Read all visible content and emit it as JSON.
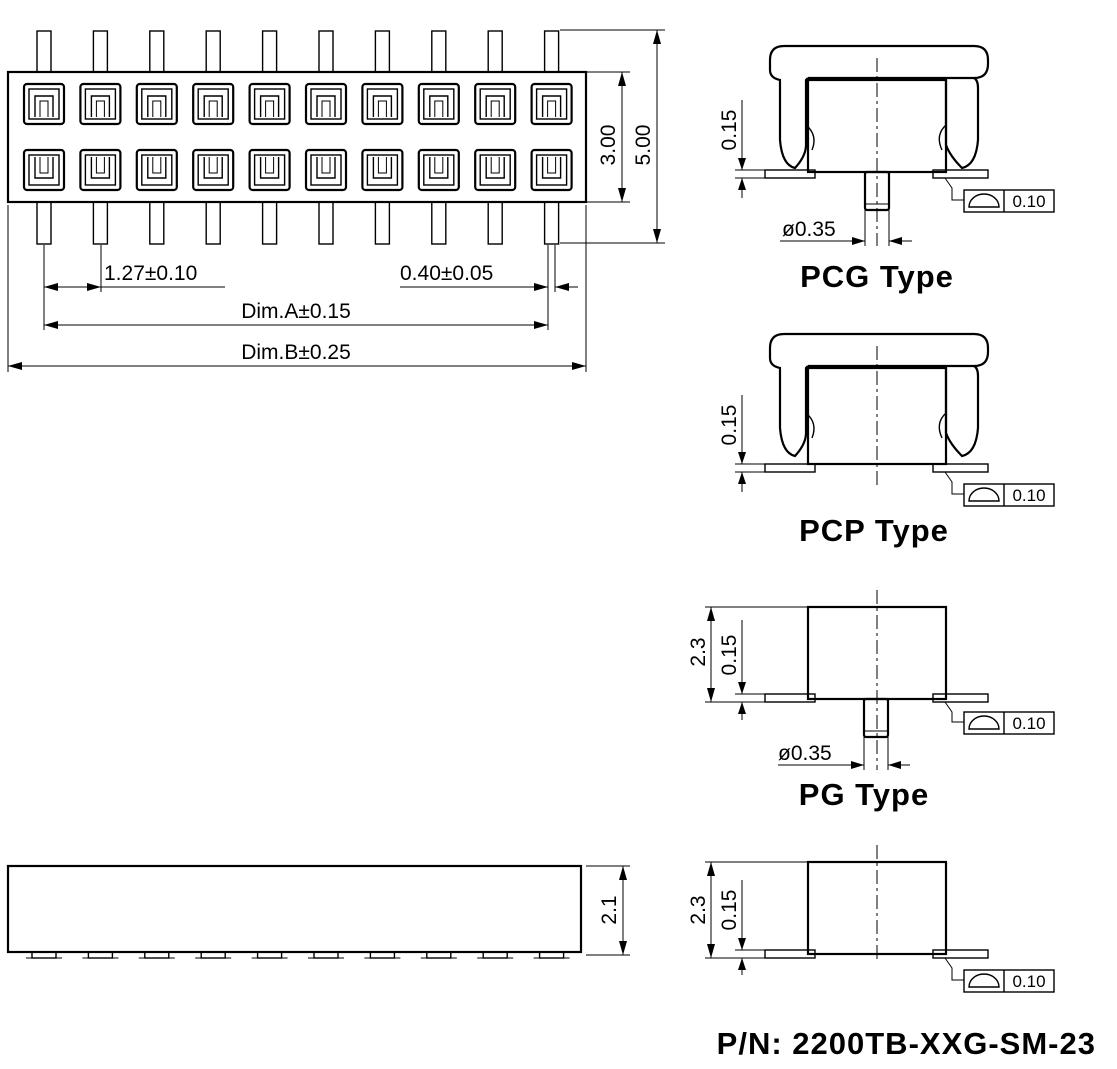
{
  "dims": {
    "pitch": "1.27±0.10",
    "pin_width": "0.40±0.05",
    "dim_a": "Dim.A±0.15",
    "dim_b": "Dim.B±0.25",
    "height_inner": "3.00",
    "height_outer": "5.00",
    "side_height": "2.1"
  },
  "views": {
    "pcg": {
      "title": "PCG Type",
      "standoff": "0.15",
      "peg_dia": "ø0.35",
      "tolerance": "0.10"
    },
    "pcp": {
      "title": "PCP Type",
      "standoff": "0.15",
      "tolerance": "0.10"
    },
    "pg": {
      "title": "PG Type",
      "height": "2.3",
      "standoff": "0.15",
      "peg_dia": "ø0.35",
      "tolerance": "0.10"
    },
    "p": {
      "height": "2.3",
      "standoff": "0.15",
      "tolerance": "0.10"
    }
  },
  "part_number": "P/N: 2200TB-XXG-SM-23",
  "colors": {
    "line": "#000000",
    "background": "#ffffff"
  }
}
